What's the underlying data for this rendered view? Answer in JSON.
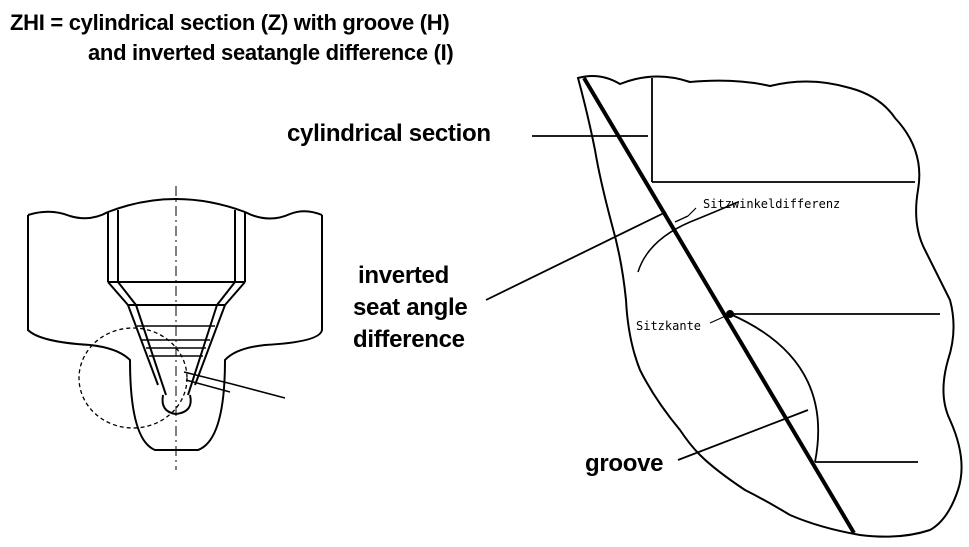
{
  "title": {
    "line1": "ZHI = cylindrical section (Z) with groove (H)",
    "line2": "and inverted seatangle difference (I)"
  },
  "labels": {
    "cylindrical_section": "cylindrical section",
    "inverted_line1": "inverted",
    "inverted_line2": "seat angle",
    "inverted_line3": "difference",
    "groove": "groove",
    "sitzwinkeldifferenz": "Sitzwinkeldifferenz",
    "sitzkante": "Sitzkante"
  }
}
